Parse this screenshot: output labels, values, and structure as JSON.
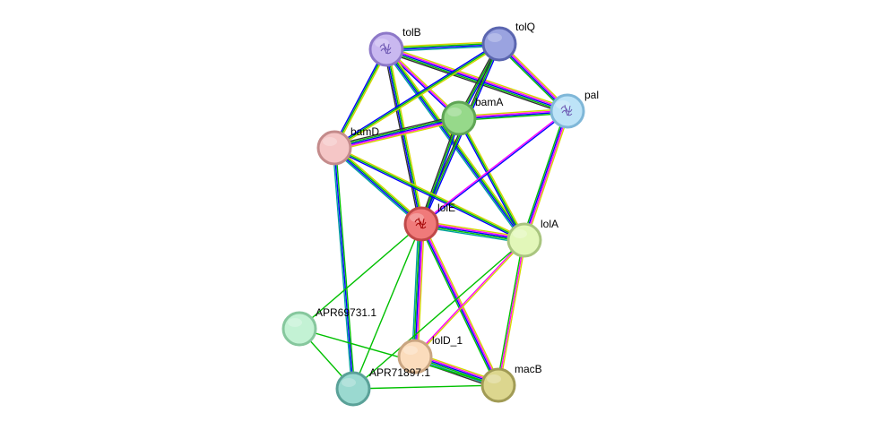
{
  "network": {
    "nodes": [
      {
        "id": "tolB",
        "label": "tolB",
        "fill": "#c9b8f0",
        "stroke": "#8d78c8",
        "icon": "protein-structure-icon"
      },
      {
        "id": "tolQ",
        "label": "tolQ",
        "fill": "#9aa3e0",
        "stroke": "#5b66b0",
        "icon": ""
      },
      {
        "id": "pal",
        "label": "pal",
        "fill": "#bde3f7",
        "stroke": "#7fb7d8",
        "icon": "protein-structure-icon"
      },
      {
        "id": "bamA",
        "label": "bamA",
        "fill": "#96d98a",
        "stroke": "#5fa555",
        "icon": ""
      },
      {
        "id": "bamD",
        "label": "bamD",
        "fill": "#f5c6c6",
        "stroke": "#c48b8b",
        "icon": ""
      },
      {
        "id": "lolE",
        "label": "lolE",
        "fill": "#f07a7a",
        "stroke": "#c04848",
        "icon": "protein-structure-icon"
      },
      {
        "id": "lolA",
        "label": "lolA",
        "fill": "#e2f7b9",
        "stroke": "#a9c57f",
        "icon": ""
      },
      {
        "id": "APR69731.1",
        "label": "APR69731.1",
        "fill": "#c3f2d4",
        "stroke": "#86c79d",
        "icon": ""
      },
      {
        "id": "lolD_1",
        "label": "lolD_1",
        "fill": "#fbdcbc",
        "stroke": "#c9a581",
        "icon": ""
      },
      {
        "id": "APR71897.1",
        "label": "APR71897.1",
        "fill": "#9ad9d0",
        "stroke": "#5aa198",
        "icon": ""
      },
      {
        "id": "macB",
        "label": "macB",
        "fill": "#dcd68e",
        "stroke": "#a19b55",
        "icon": ""
      }
    ],
    "edges": [
      {
        "source": "tolB",
        "target": "tolQ",
        "colors": [
          "#d4d400",
          "#00c000",
          "#0000ff",
          "#00a0a0"
        ]
      },
      {
        "source": "tolB",
        "target": "pal",
        "colors": [
          "#d4d400",
          "#ff00ff",
          "#0000ff",
          "#00c000",
          "#333333"
        ]
      },
      {
        "source": "tolB",
        "target": "bamA",
        "colors": [
          "#d4d400",
          "#ff00ff",
          "#0000ff"
        ]
      },
      {
        "source": "tolB",
        "target": "bamD",
        "colors": [
          "#d4d400",
          "#00c000",
          "#0000ff"
        ]
      },
      {
        "source": "tolB",
        "target": "lolE",
        "colors": [
          "#d4d400",
          "#00c000",
          "#0000ff",
          "#333333"
        ]
      },
      {
        "source": "tolB",
        "target": "lolA",
        "colors": [
          "#d4d400",
          "#00c000",
          "#0000ff",
          "#00a0a0"
        ]
      },
      {
        "source": "tolQ",
        "target": "pal",
        "colors": [
          "#d4d400",
          "#ff00ff",
          "#0000ff",
          "#00c000"
        ]
      },
      {
        "source": "tolQ",
        "target": "bamA",
        "colors": [
          "#0000ff",
          "#00c000",
          "#333333"
        ]
      },
      {
        "source": "tolQ",
        "target": "bamD",
        "colors": [
          "#d4d400",
          "#00c000",
          "#0000ff"
        ]
      },
      {
        "source": "tolQ",
        "target": "lolE",
        "colors": [
          "#0000ff",
          "#00c000",
          "#333333"
        ]
      },
      {
        "source": "bamA",
        "target": "pal",
        "colors": [
          "#d4d400",
          "#ff00ff",
          "#0000ff",
          "#00c000"
        ]
      },
      {
        "source": "bamA",
        "target": "bamD",
        "colors": [
          "#d4d400",
          "#ff00ff",
          "#0000ff",
          "#00c000",
          "#333333"
        ]
      },
      {
        "source": "bamA",
        "target": "lolE",
        "colors": [
          "#0000ff",
          "#00c000",
          "#333333"
        ]
      },
      {
        "source": "bamA",
        "target": "lolA",
        "colors": [
          "#d4d400",
          "#00c000",
          "#0000ff"
        ]
      },
      {
        "source": "bamD",
        "target": "lolE",
        "colors": [
          "#d4d400",
          "#00c000",
          "#0000ff",
          "#00a0a0"
        ]
      },
      {
        "source": "bamD",
        "target": "lolA",
        "colors": [
          "#d4d400",
          "#00c000",
          "#0000ff"
        ]
      },
      {
        "source": "bamD",
        "target": "APR71897.1",
        "colors": [
          "#00c000",
          "#0000ff",
          "#00a0a0"
        ]
      },
      {
        "source": "pal",
        "target": "lolE",
        "colors": [
          "#0000ff",
          "#ff00ff"
        ]
      },
      {
        "source": "pal",
        "target": "lolA",
        "colors": [
          "#d4d400",
          "#ff00ff",
          "#0000ff",
          "#00c000"
        ]
      },
      {
        "source": "lolE",
        "target": "lolA",
        "colors": [
          "#d4d400",
          "#ff00ff",
          "#0000ff",
          "#00c000",
          "#00a0a0"
        ]
      },
      {
        "source": "lolE",
        "target": "lolD_1",
        "colors": [
          "#d4d400",
          "#ff00ff",
          "#0000ff",
          "#00c000",
          "#00a0a0"
        ]
      },
      {
        "source": "lolE",
        "target": "macB",
        "colors": [
          "#d4d400",
          "#ff00ff",
          "#0000ff",
          "#00c000"
        ]
      },
      {
        "source": "lolE",
        "target": "APR69731.1",
        "colors": [
          "#00c000"
        ]
      },
      {
        "source": "lolE",
        "target": "APR71897.1",
        "colors": [
          "#00c000"
        ]
      },
      {
        "source": "lolA",
        "target": "lolD_1",
        "colors": [
          "#d4d400",
          "#ff00ff"
        ]
      },
      {
        "source": "lolA",
        "target": "macB",
        "colors": [
          "#d4d400",
          "#ff00ff",
          "#00c000"
        ]
      },
      {
        "source": "lolA",
        "target": "APR71897.1",
        "colors": [
          "#00c000"
        ]
      },
      {
        "source": "lolD_1",
        "target": "macB",
        "colors": [
          "#d4d400",
          "#ff00ff",
          "#0000ff",
          "#00c000",
          "#00a0a0",
          "#333333"
        ]
      },
      {
        "source": "APR69731.1",
        "target": "APR71897.1",
        "colors": [
          "#00c000"
        ]
      },
      {
        "source": "APR69731.1",
        "target": "macB",
        "colors": [
          "#00c000"
        ]
      },
      {
        "source": "APR71897.1",
        "target": "macB",
        "colors": [
          "#00c000"
        ]
      }
    ]
  }
}
